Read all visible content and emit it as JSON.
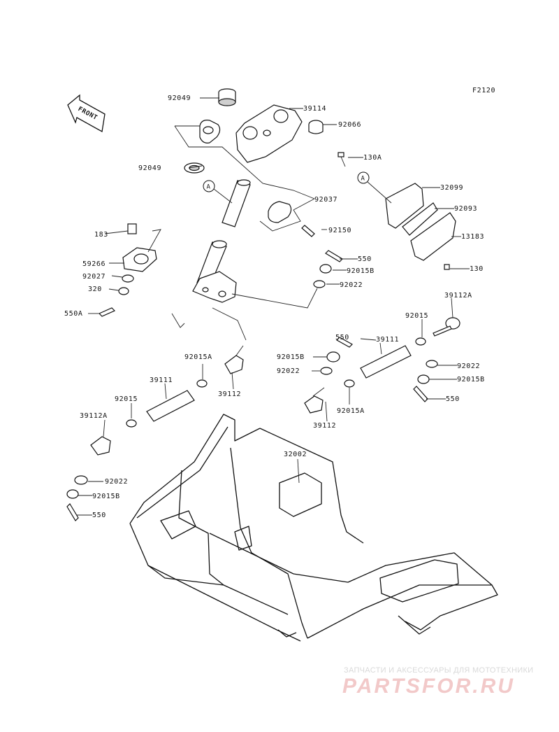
{
  "figure_code": "F2120",
  "front_label": "FRONT",
  "callout_a": "A",
  "parts": {
    "p92049_top": "92049",
    "p92049_bot": "92049",
    "p39114": "39114",
    "p92066": "92066",
    "p130a": "130A",
    "p32099": "32099",
    "p92093": "92093",
    "p13183": "13183",
    "p130": "130",
    "p92037": "92037",
    "p92150": "92150",
    "p550_r1": "550",
    "p92015b_r1": "92015B",
    "p92022_r1": "92022",
    "p183": "183",
    "p59266": "59266",
    "p92027": "92027",
    "p320": "320",
    "p550a": "550A",
    "p39112a_r": "39112A",
    "p92015_r": "92015",
    "p550_r2": "550",
    "p39111_r": "39111",
    "p92015b_r2": "92015B",
    "p92022_r2": "92022",
    "p92022_r3": "92022",
    "p92015b_r3": "92015B",
    "p550_r3": "550",
    "p92015a_r": "92015A",
    "p39112_r": "39112",
    "p92015a_l": "92015A",
    "p39111_l": "39111",
    "p39112_l": "39112",
    "p92015_l": "92015",
    "p39112a_l": "39112A",
    "p32002": "32002",
    "p92022_l": "92022",
    "p92015b_l": "92015B",
    "p550_l": "550"
  },
  "watermark": {
    "tagline": "ЗАПЧАСТИ И АКСЕССУАРЫ ДЛЯ МОТОТЕХНИКИ",
    "logo": "PARTSFOR.RU"
  }
}
